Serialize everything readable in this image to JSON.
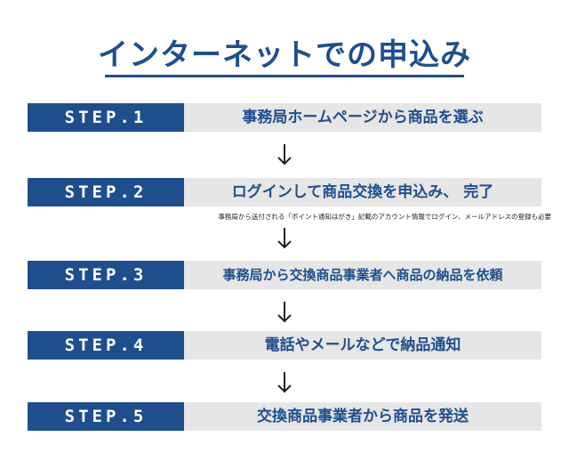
{
  "title": "インターネットでの申込み",
  "steps": [
    {
      "label": "STEP.1",
      "text": "事務局ホームページから商品を選ぶ"
    },
    {
      "label": "STEP.2",
      "text": "ログインして商品交換を申込み、 完了"
    },
    {
      "label": "STEP.3",
      "text": "事務局から交換商品事業者へ商品の納品を依頼"
    },
    {
      "label": "STEP.4",
      "text": "電話やメールなどで納品通知"
    },
    {
      "label": "STEP.5",
      "text": "交換商品事業者から商品を発送"
    }
  ],
  "note": "事務局から送付される「ポイント通知はがき」記載のアカウント情報でログイン、メールアドレスの登録も必要",
  "colors": {
    "accent": "#1f4e8c",
    "step_text_background": "#e6e6e6"
  },
  "icons": [
    "arrow-down-icon"
  ]
}
